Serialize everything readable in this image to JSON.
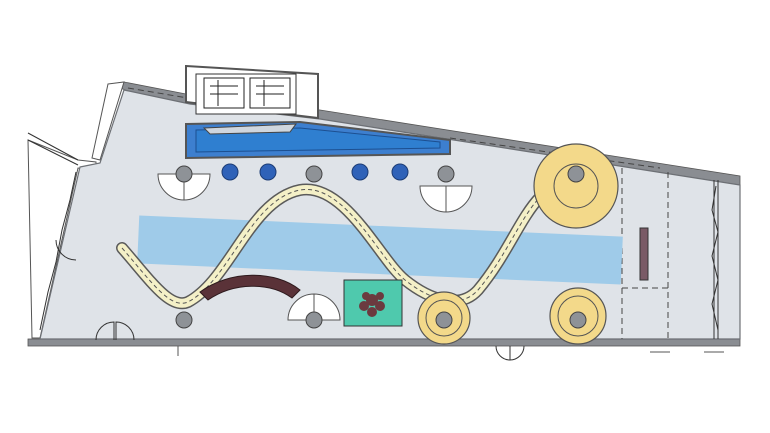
{
  "colors": {
    "background": "#ffffff",
    "floor": "#dfe3e8",
    "wall": "#8a8d92",
    "wall_dark": "#6d7075",
    "pool_water": "#2f7fd0",
    "water_strip": "#9fcbe9",
    "path_fill": "#f4f0c7",
    "path_stroke": "#5a5a5a",
    "pad_fill": "#f3d98a",
    "column": "#8e9297",
    "blue_disc": "#2f62b8",
    "bench": "#5a3238",
    "planter": "#4fc9ad",
    "plant": "#6b3a3f",
    "screen_panel": "#7a5a66",
    "partition": "#6b6b6b"
  },
  "elements": {
    "pool": "rooftop-pool",
    "water_strip": "reflecting-water-strip",
    "path": "meandering-walkway",
    "pads": [
      "circular-pad",
      "circular-pad",
      "circular-pad",
      "circular-pad"
    ],
    "columns": 7,
    "blue_discs": 4,
    "bench": "curved-bench",
    "planter": "planter-box",
    "doors": [
      "double-door",
      "double-door",
      "single-door"
    ]
  }
}
